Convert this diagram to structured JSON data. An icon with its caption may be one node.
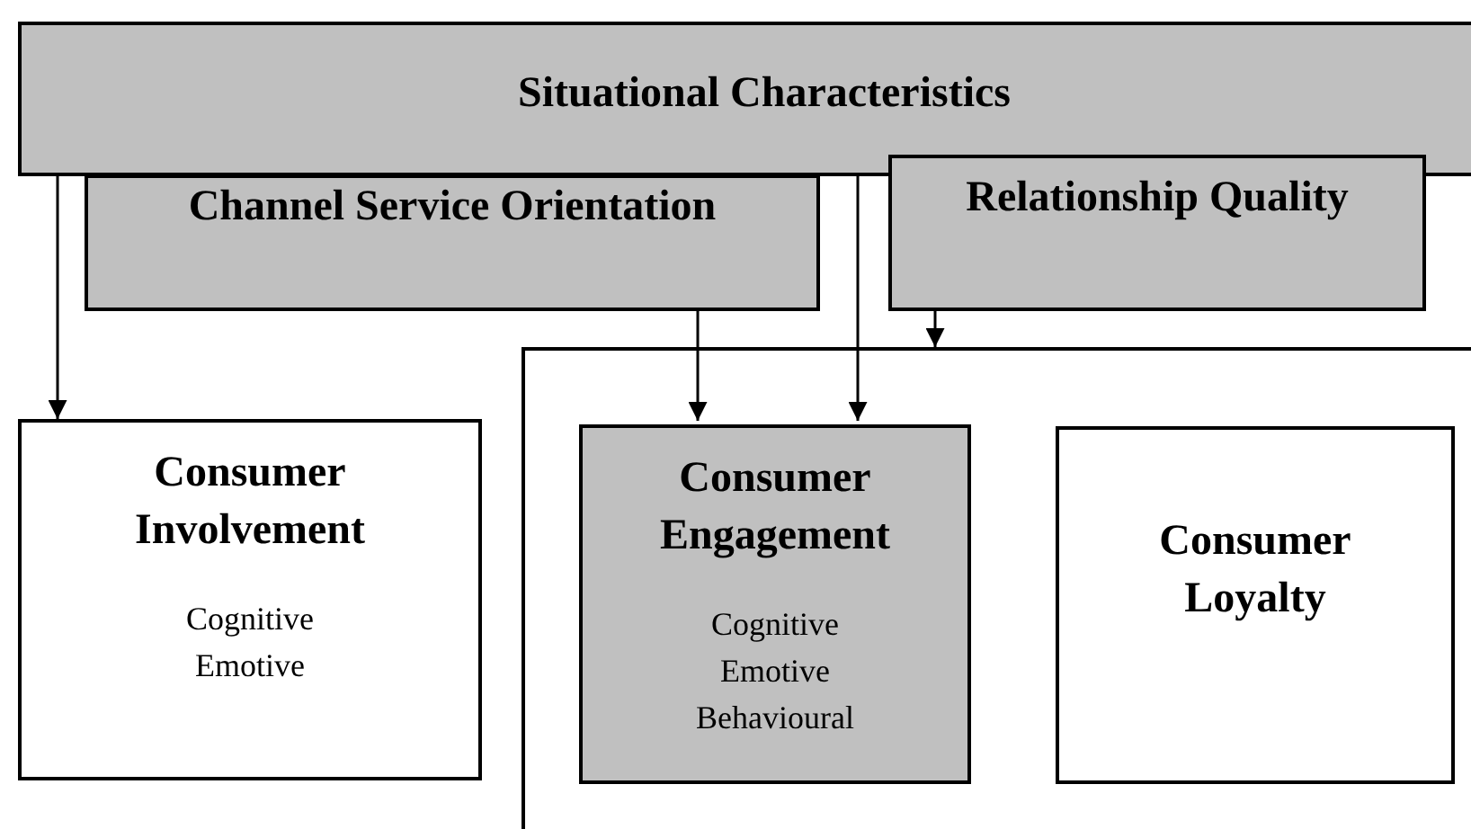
{
  "diagram": {
    "nodes": [
      {
        "text": [
          "Situational Characteristics"
        ]
      },
      {
        "text": [
          "Channel Service Orientation"
        ]
      },
      {
        "text": [
          "Relationship Quality"
        ]
      },
      {
        "text": [
          "Consumer Involvement",
          "Cognitive Emotive"
        ]
      },
      {
        "text": [],
        "shape": "box"
      },
      {
        "text": [
          "Consumer Engagement",
          "Cognitive Emotive Behavioural"
        ],
        "in": 4
      },
      {
        "text": [
          "Consumer Loyalty"
        ],
        "in": 4
      }
    ],
    "edges": [
      {
        "from": 0,
        "to": 3,
        "arrow": "to"
      },
      {
        "from": 1,
        "to": 5,
        "arrow": "to"
      },
      {
        "from": 0,
        "to": 5,
        "arrow": "to"
      },
      {
        "from": 2,
        "to": 4,
        "arrow": "to"
      }
    ]
  }
}
